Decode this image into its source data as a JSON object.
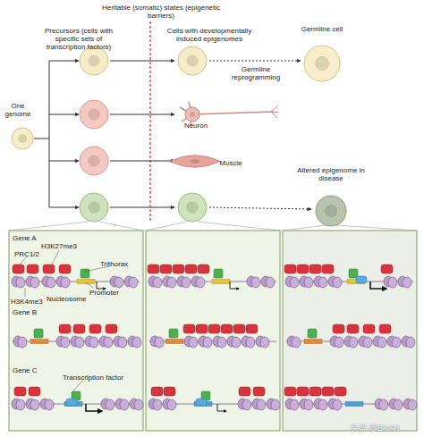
{
  "diagram": {
    "nodes": [
      {
        "text": [
          "One genome"
        ]
      },
      {
        "text": [
          "Germline cell"
        ]
      },
      {
        "text": [
          "Neuron"
        ]
      },
      {
        "text": [
          "Muscle"
        ]
      },
      {
        "text": [
          "Altered epigenome in disease"
        ]
      }
    ],
    "labels": [
      "Heritable (somatic) states (epigenetic barriers)",
      "Precursors (cells with specific sets of transcription factors)",
      "Cells with developmentally induced epigenomes",
      "Germline reprogramming",
      "Gene A",
      "PRC1/2",
      "H3K27me3",
      "Trithorax",
      "H3K4me3",
      "Nucleosome",
      "Promoter",
      "Gene B",
      "Gene C",
      "Transcription factor",
      "头条 @BioArt"
    ]
  }
}
